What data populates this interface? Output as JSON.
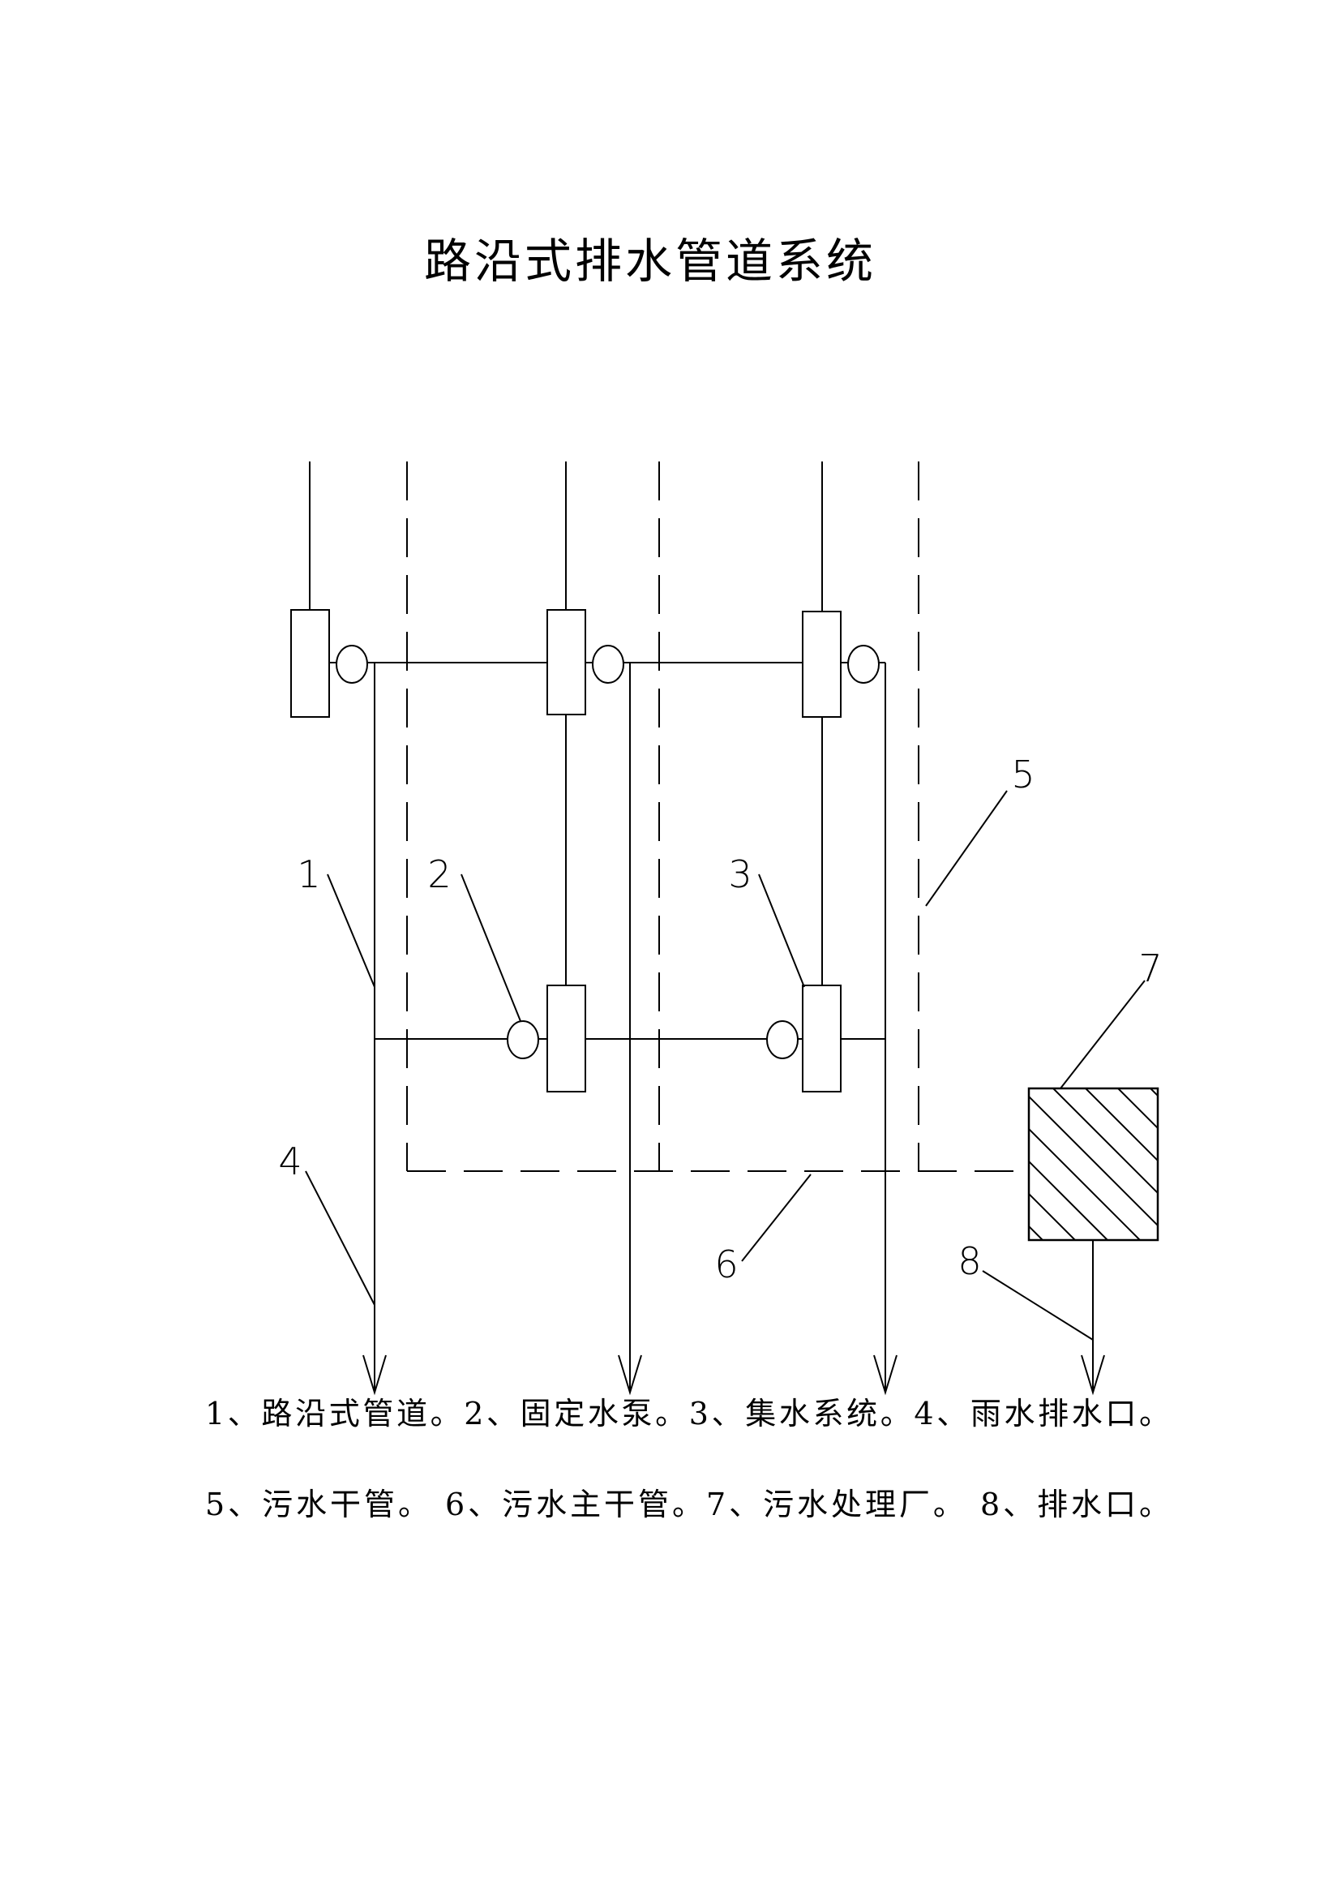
{
  "title": "路沿式排水管道系统",
  "callouts": [
    "1",
    "2",
    "3",
    "4",
    "5",
    "6",
    "7",
    "8"
  ],
  "legend": {
    "line1": "1、路沿式管道。2、固定水泵。3、集水系统。4、雨水排水口。",
    "line2": "5、污水干管。 6、污水主干管。7、污水处理厂。 8、排水口。"
  }
}
